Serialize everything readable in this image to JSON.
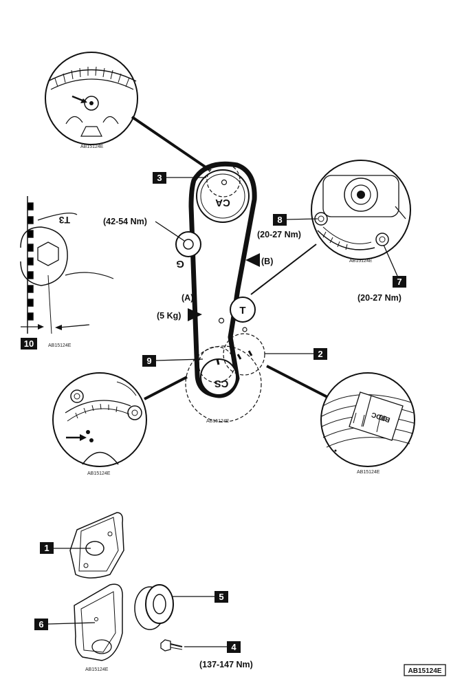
{
  "callouts": {
    "c1": "1",
    "c2": "2",
    "c3": "3",
    "c4": "4",
    "c5": "5",
    "c6": "6",
    "c7": "7",
    "c8": "8",
    "c9": "9",
    "c10": "10"
  },
  "pulleys": {
    "ca": "CA",
    "g": "G",
    "t": "T",
    "cs": "CS"
  },
  "mark_t3": "T3",
  "torques": {
    "g_pulley": "(42-54 Nm)",
    "part8": "(20-27 Nm)",
    "part7": "(20-27 Nm)",
    "part4": "(137-147 Nm)"
  },
  "tension_points": {
    "a": "(A)",
    "b": "(B)",
    "a_load": "(5 Kg)"
  },
  "btdc": {
    "label": "BTDC",
    "value": "10"
  },
  "ref_code": "AB15124E"
}
